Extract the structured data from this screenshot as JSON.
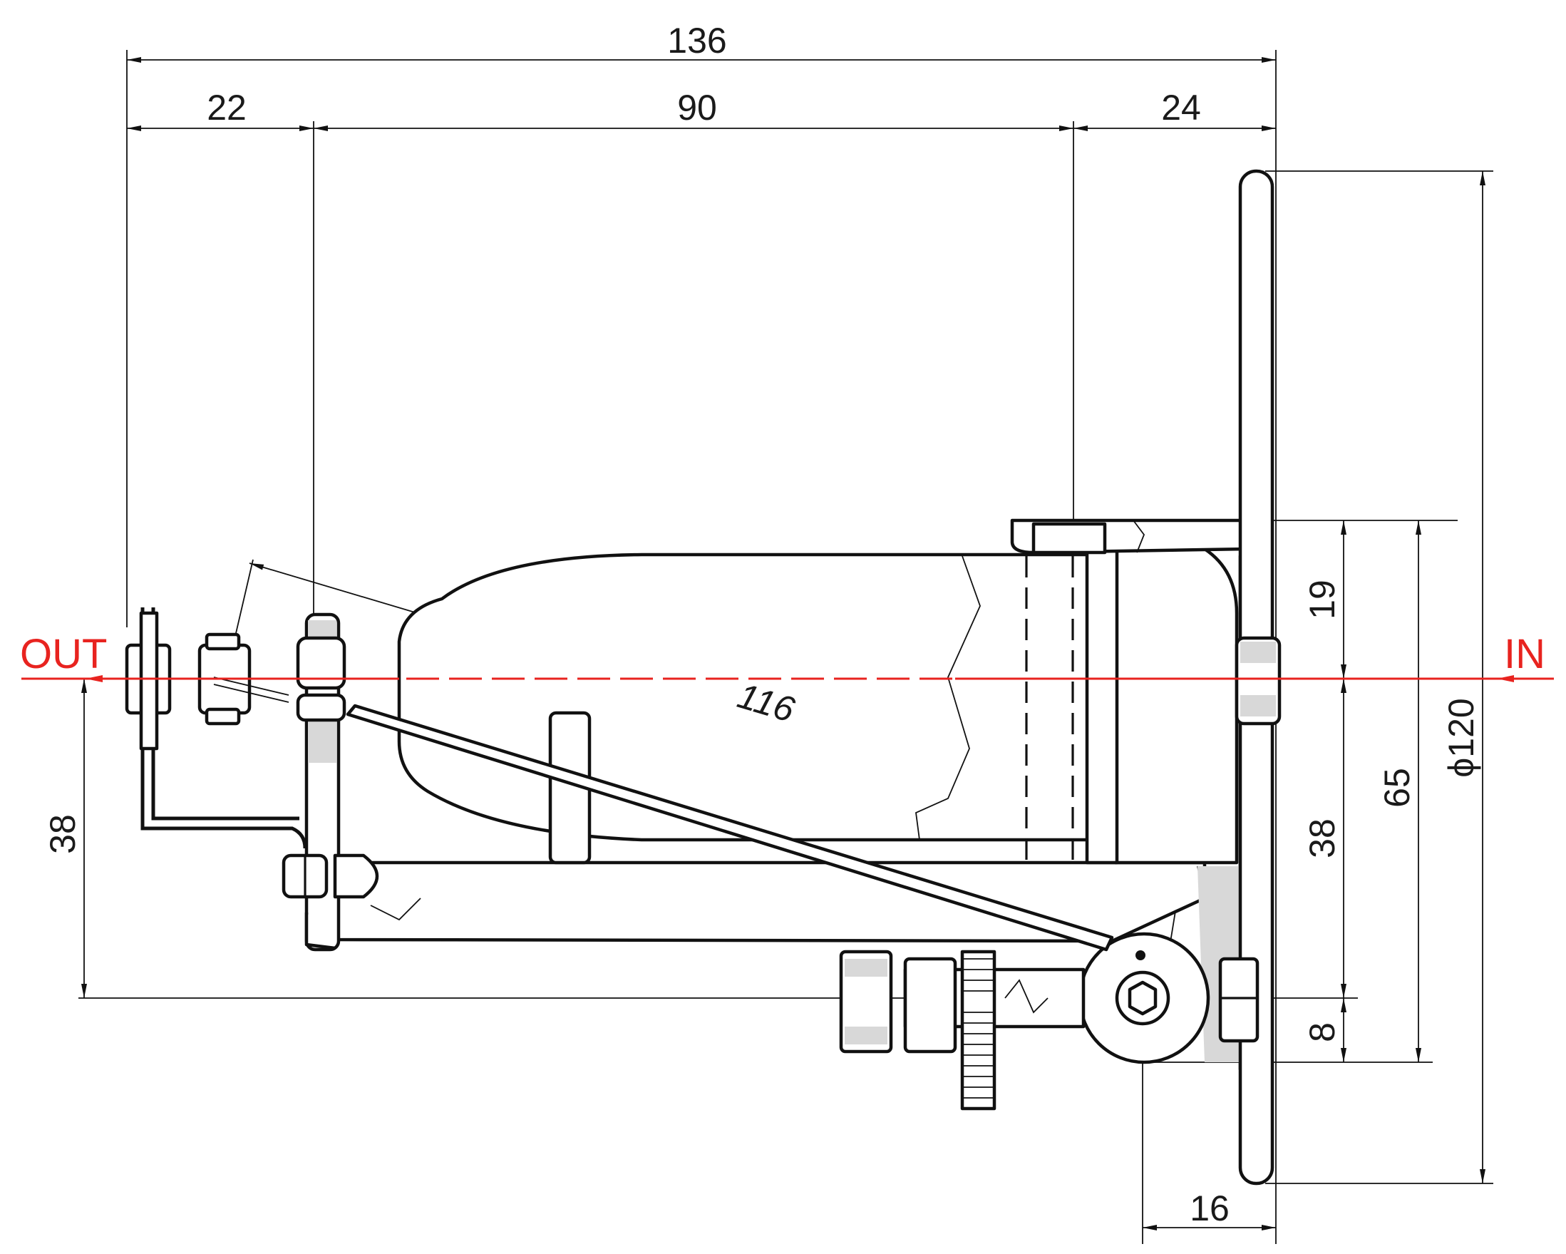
{
  "colors": {
    "line": "#111111",
    "flow": "#e8231f",
    "section": "#d8d8d8"
  },
  "labels": {
    "out": "OUT",
    "in": "IN"
  },
  "dimensions": {
    "overall_length": "136",
    "left_offset": "22",
    "body_length": "90",
    "right_offset": "24",
    "wheel_to_axle": "19",
    "axle_to_pivot": "38",
    "bracket_height": "65",
    "wheel_diameter": "ϕ120",
    "pivot_offset": "8",
    "pivot_to_wheel": "16",
    "out_height": "38",
    "rod_length": "116"
  }
}
